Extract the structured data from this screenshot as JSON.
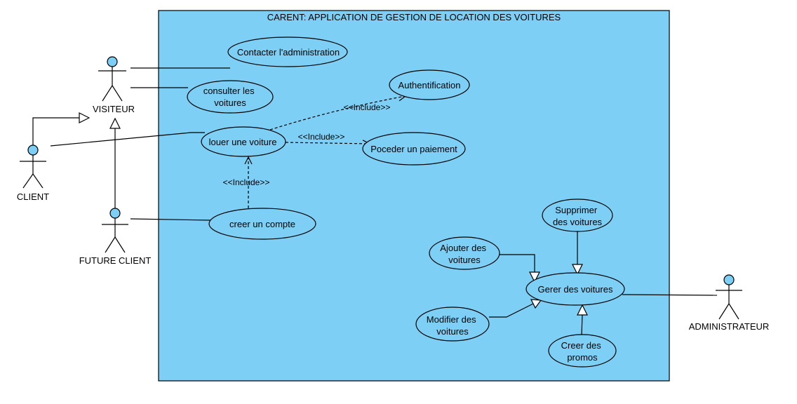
{
  "colors": {
    "system_fill": "#7ecff5",
    "usecase_fill": "#7ecff5",
    "actor_head_fill": "#7ecff5",
    "stroke": "#000000",
    "background": "#ffffff"
  },
  "system": {
    "title": "CARENT: APPLICATION DE GESTION DE LOCATION DES VOITURES"
  },
  "actors": {
    "visiteur": "VISITEUR",
    "client": "CLIENT",
    "future_client": "FUTURE CLIENT",
    "administrateur": "ADMINISTRATEUR"
  },
  "usecases": {
    "contacter": [
      "Contacter l'administration"
    ],
    "consulter": [
      "consulter les",
      "voitures"
    ],
    "authentification": [
      "Authentification"
    ],
    "louer": [
      "louer une voiture"
    ],
    "paiement": [
      "Poceder un paiement"
    ],
    "compte": [
      "creer un compte"
    ],
    "supprimer": [
      "Supprimer",
      "des voitures"
    ],
    "ajouter": [
      "Ajouter des",
      "voitures"
    ],
    "gerer": [
      "Gerer des voitures"
    ],
    "modifier": [
      "Modifier des",
      "voitures"
    ],
    "promos": [
      "Creer des",
      "promos"
    ]
  },
  "stereotypes": {
    "include": "<<Include>>"
  }
}
